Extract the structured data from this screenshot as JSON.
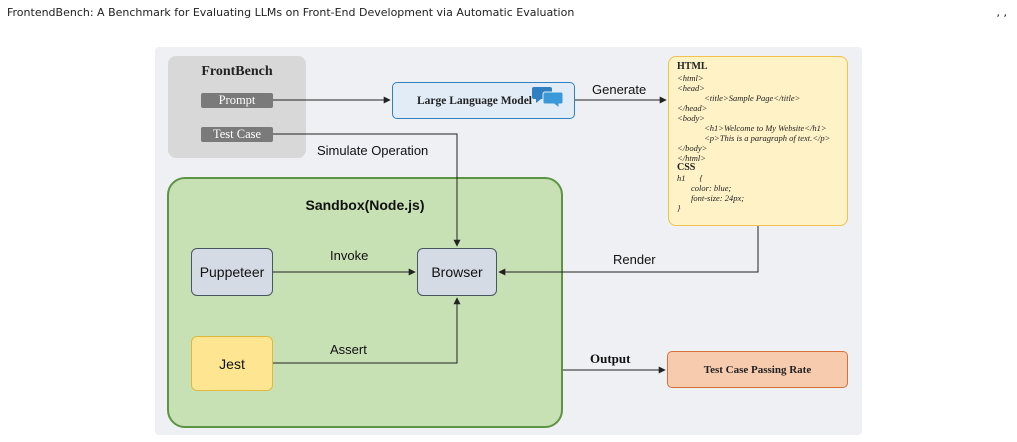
{
  "header": {
    "title": "FrontendBench: A Benchmark for Evaluating LLMs on Front-End Development via Automatic Evaluation",
    "right_mark": ", ,"
  },
  "frontbench": {
    "title": "FrontBench",
    "prompt": "Prompt",
    "test_case": "Test Case"
  },
  "llm": {
    "label": "Large Language Model",
    "icon": "chat-bubbles-icon",
    "color": "#2f7fc1"
  },
  "edges": {
    "generate": "Generate",
    "simulate": "Simulate Operation",
    "invoke": "Invoke",
    "assert": "Assert",
    "render": "Render",
    "output": "Output"
  },
  "code": {
    "html_heading": "HTML",
    "html_lines": [
      "<html>",
      "<head>",
      "<title>Sample Page</title>",
      "</head>",
      "<body>",
      "<h1>Welcome to My Website</h1>",
      "<p>This is a paragraph of text.</p>",
      "</body>",
      "</html>"
    ],
    "css_heading": "CSS",
    "css_lines": [
      "h1",
      "{",
      "color: blue;",
      "font-size: 24px;",
      "}"
    ]
  },
  "sandbox": {
    "title": "Sandbox(Node.js)",
    "puppeteer": "Puppeteer",
    "browser": "Browser",
    "jest": "Jest"
  },
  "result": {
    "label": "Test Case Passing Rate"
  }
}
